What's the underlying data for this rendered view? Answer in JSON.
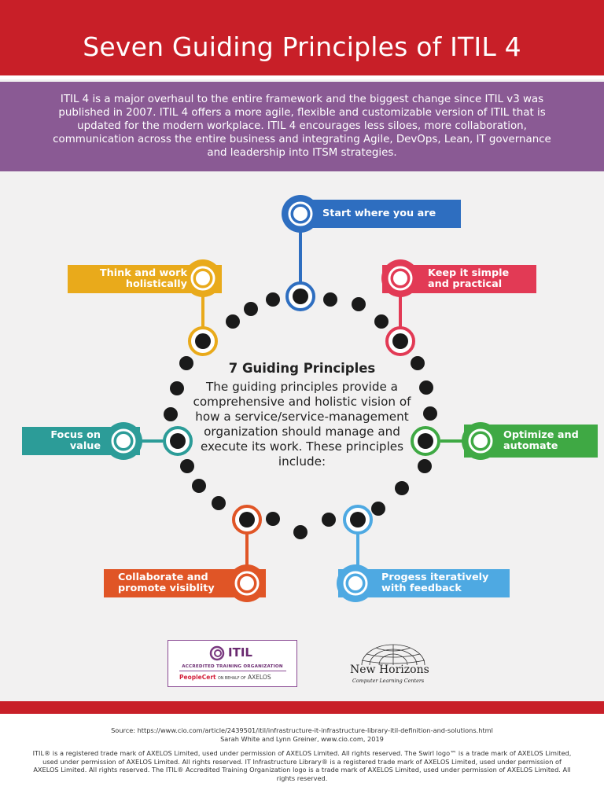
{
  "header": {
    "title": "Seven Guiding Principles of ITIL 4"
  },
  "intro": {
    "text": "ITIL 4 is a major overhaul to the entire framework and the biggest change since ITIL v3 was published in 2007. ITIL 4 offers a more agile, flexible and customizable version of ITIL that is updated for the modern workplace. ITIL 4 encourages less siloes, more collaboration, communication across the entire business and integrating Agile, DevOps, Lean, IT governance and leadership into ITSM strategies."
  },
  "center": {
    "title": "7 Guiding Principles",
    "body": "The guiding principles provide a comprehensive and holistic vision of how a service/service-management organization should manage and execute its work. These principles include:"
  },
  "principles": [
    {
      "line1": "Start where you are",
      "line2": "",
      "color": "#2e6ec0"
    },
    {
      "line1": "Keep it simple",
      "line2": "and practical",
      "color": "#e23a55"
    },
    {
      "line1": "Optimize and",
      "line2": "automate",
      "color": "#3fa944"
    },
    {
      "line1": "Progess iteratively",
      "line2": "with feedback",
      "color": "#4ea9e2"
    },
    {
      "line1": "Collaborate and",
      "line2": "promote visiblity",
      "color": "#e05526"
    },
    {
      "line1": "Focus on",
      "line2": "value",
      "color": "#2c9c98"
    },
    {
      "line1": "Think and work",
      "line2": "holistically",
      "color": "#e9aa1b"
    }
  ],
  "logos": {
    "itil_word": "ITIL",
    "itil_sub": "ACCREDITED TRAINING ORGANIZATION",
    "peoplecert": "PeopleCert",
    "on_behalf": "ON BEHALF OF",
    "axelos": "AXELOS",
    "nh_word": "New Horizons",
    "nh_sub": "Computer Learning Centers"
  },
  "footer": {
    "source": "Source: https://www.cio.com/article/2439501/itil/infrastructure-it-infrastructure-library-itil-definition-and-solutions.html",
    "authors": "Sarah White and Lynn Greiner, www.cio.com, 2019",
    "legal": "ITIL® is a registered trade mark of AXELOS Limited, used under permission of AXELOS Limited. All rights reserved. The Swirl logo™ is a trade mark of AXELOS Limited, used under permission of AXELOS Limited. All rights reserved. IT Infrastructure Library® is a registered trade mark of AXELOS Limited, used under permission of AXELOS Limited. All rights reserved. The ITIL® Accredited Training Organization logo is a trade mark of AXELOS Limited, used under permission of AXELOS Limited. All rights reserved."
  },
  "colors": {
    "header": "#c81f28",
    "intro": "#8a5a94",
    "dots": "#1a1a1a"
  }
}
